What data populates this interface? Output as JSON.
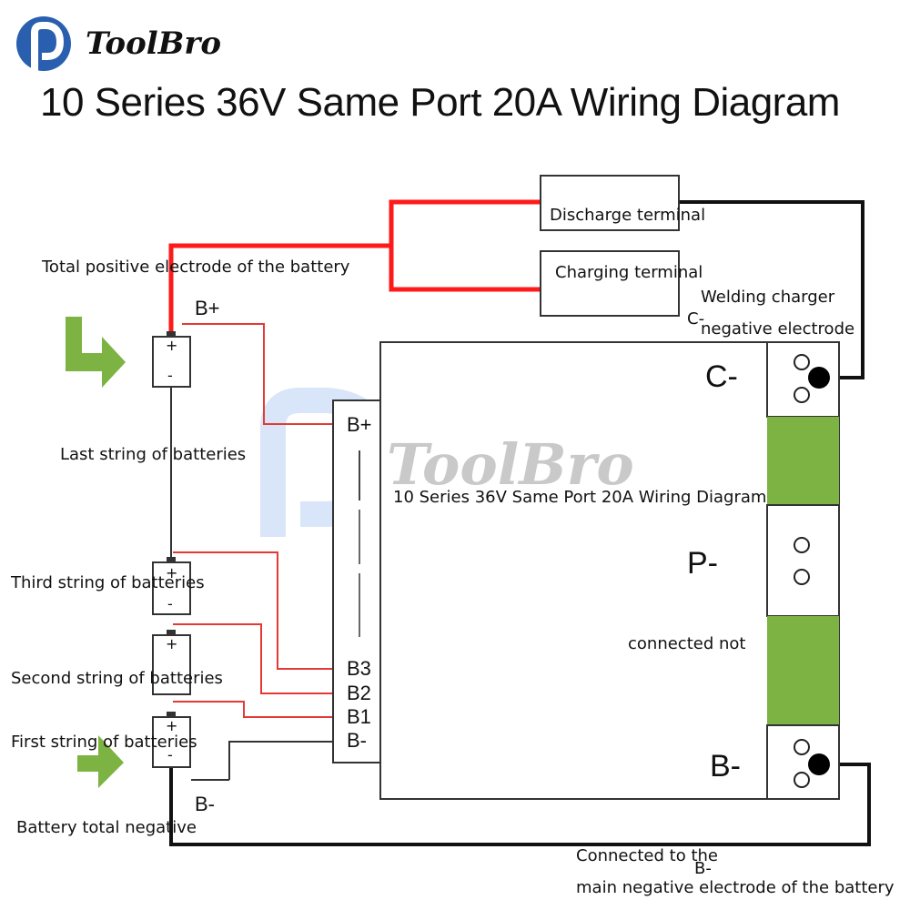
{
  "brand": {
    "name": "ToolBro",
    "watermark": "ToolBro",
    "color": "#2a5fb0"
  },
  "title": "10 Series 36V Same Port 20A Wiring Diagram",
  "overlay_title": "10 Series 36V Same Port 20A Wiring Diagram",
  "terminals": {
    "discharge": "Discharge terminal",
    "charging": "Charging terminal"
  },
  "labels": {
    "total_positive": "Total positive electrode of the battery",
    "welding_line1": "Welding charger",
    "welding_line2": "negative electrode",
    "c_minus_small": "C-",
    "last_string": "Last string of batteries",
    "third_string": "Third string of batteries",
    "second_string": "Second string of batteries",
    "first_string": "First string of batteries",
    "total_negative": "Battery total negative",
    "b_plus_top": "B+",
    "b_minus_bottom": "B-",
    "not_connected": "connected not",
    "main_negative_line1": "Connected to the",
    "main_negative_line2": "main negative electrode of the battery",
    "b_minus_small": "B-"
  },
  "board": {
    "pins": [
      "B+",
      "B3",
      "B2",
      "B1",
      "B-"
    ],
    "terminals": [
      "C-",
      "P-",
      "B-"
    ]
  },
  "battery_cell": {
    "plus": "+",
    "minus": "-"
  },
  "colors": {
    "positive_wire": "#ff1a1a",
    "negative_wire": "#111111",
    "balance_wire": "#e53935",
    "pad_green": "#7cb342",
    "arrow_green": "#7cb342"
  },
  "icons": [
    "toolbro-logo-icon",
    "arrow-right-icon"
  ]
}
